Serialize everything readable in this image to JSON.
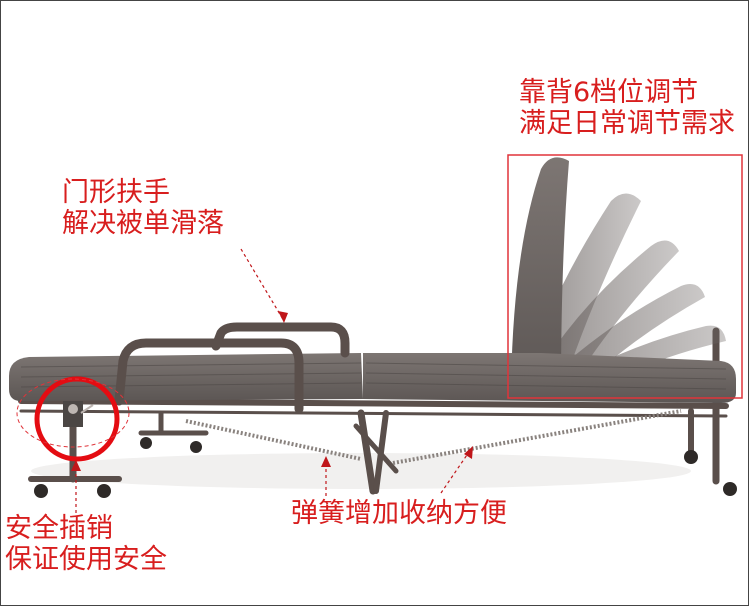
{
  "colors": {
    "caption_red": "#d81e1e",
    "mattress": "#6e6866",
    "mattress_dark": "#4b4644",
    "frame": "#5a4f4b",
    "highlight_box": "#e0343a",
    "pointer": "#c0161a"
  },
  "captions": {
    "backrest": {
      "line1": "靠背6档位调节",
      "line2": "满足日常调节需求"
    },
    "armrest": {
      "line1": "门形扶手",
      "line2": "解决被单滑落"
    },
    "spring": {
      "line1": "弹簧增加收纳方便"
    },
    "safety_pin": {
      "line1": "安全插销",
      "line2": "保证使用安全"
    }
  },
  "photo": {
    "subject": "folding-bed",
    "backrest_positions": 6
  }
}
